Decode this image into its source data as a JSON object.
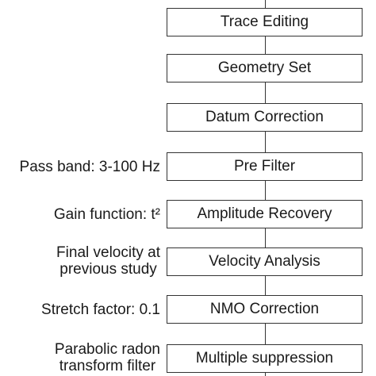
{
  "flow": {
    "steps": [
      {
        "label": "Trace Editing"
      },
      {
        "label": "Geometry Set"
      },
      {
        "label": "Datum Correction"
      },
      {
        "label": "Pre Filter",
        "note": [
          "Pass band: 3-100 Hz"
        ]
      },
      {
        "label": "Amplitude Recovery",
        "note": [
          "Gain function: t²"
        ]
      },
      {
        "label": "Velocity Analysis",
        "note": [
          "Final velocity at",
          "previous study"
        ]
      },
      {
        "label": "NMO Correction",
        "note": [
          "Stretch factor: 0.1"
        ]
      },
      {
        "label": "Multiple suppression",
        "note": [
          "Parabolic radon",
          "transform filter"
        ]
      }
    ]
  }
}
